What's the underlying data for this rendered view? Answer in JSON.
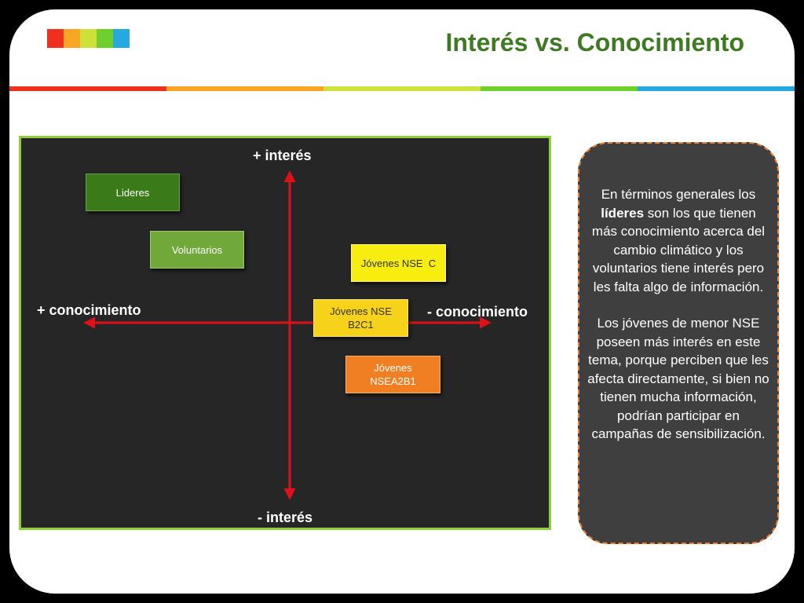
{
  "title": "Interés vs. Conocimiento",
  "colors": {
    "logo": [
      "#f0301e",
      "#f8a623",
      "#cde13a",
      "#6fcf2c",
      "#25a9de"
    ],
    "stripe": [
      "#f0301e",
      "#f8a623",
      "#cde13a",
      "#6fcf2c",
      "#25a9de"
    ],
    "title": "#3d7a22",
    "panel_border": "#8fcf3a",
    "arrow": "#e0101a",
    "note_border": "#f08030"
  },
  "axes": {
    "top": "+ interés",
    "bottom": "- interés",
    "left": "+ conocimiento",
    "right": "- conocimiento"
  },
  "boxes": {
    "lideres": "Lideres",
    "voluntarios": "Voluntarios",
    "nse_c": "Jóvenes NSE  C",
    "nse_b2c1_line1": "Jóvenes NSE",
    "nse_b2c1_line2": "B2C1",
    "nsea2b1_line1": "Jóvenes",
    "nsea2b1_line2": "NSEA2B1"
  },
  "note": {
    "p1_before": "En términos generales los ",
    "p1_bold": "líderes",
    "p1_after": " son los que tienen más conocimiento acerca del cambio climático y los voluntarios tiene interés pero les falta algo de información.",
    "p2": "Los jóvenes de menor NSE poseen más interés en este tema, porque perciben que les afecta directamente, si bien no tienen mucha información, podrían participar en campañas de sensibilización."
  }
}
